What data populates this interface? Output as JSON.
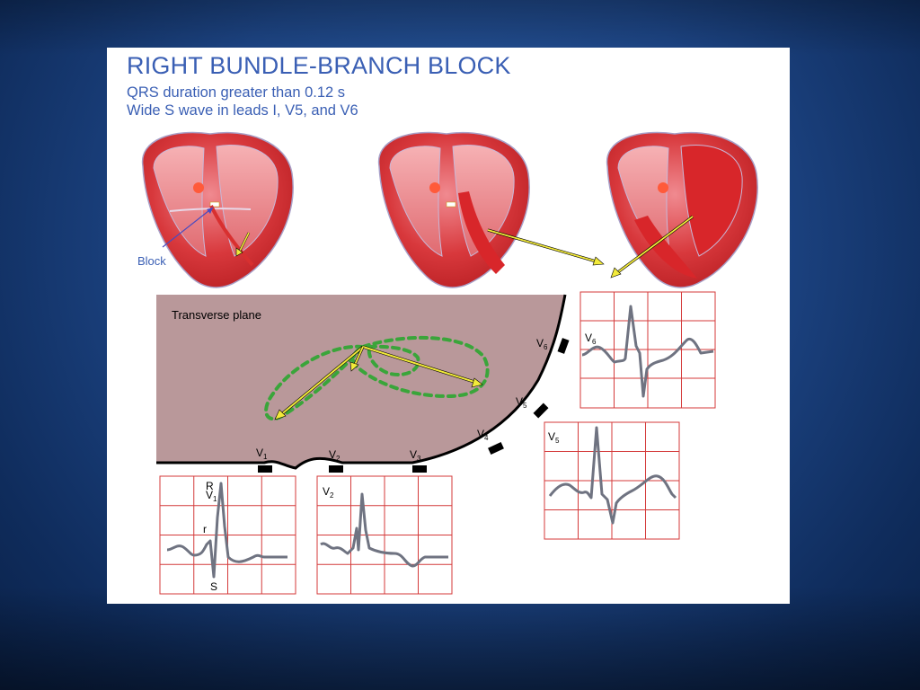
{
  "slide": {
    "title": "RIGHT BUNDLE-BRANCH BLOCK",
    "subtitle_1": "QRS duration greater than 0.12 s",
    "subtitle_2": "Wide S wave in leads I, V5, and V6"
  },
  "heart_labels": {
    "block": "Block"
  },
  "plane": {
    "label": "Transverse plane"
  },
  "electrodes": {
    "v1": "V",
    "v1_sub": "1",
    "v2": "V",
    "v2_sub": "2",
    "v3": "V",
    "v3_sub": "3",
    "v4": "V",
    "v4_sub": "4",
    "v5": "V",
    "v5_sub": "5",
    "v6": "V",
    "v6_sub": "6"
  },
  "ecg": {
    "v1_lead": "V",
    "v1_lead_sub": "1",
    "v1_R": "R",
    "v1_r": "r",
    "v1_S": "S",
    "v2_lead": "V",
    "v2_lead_sub": "2",
    "v5_lead": "V",
    "v5_lead_sub": "5",
    "v6_lead": "V",
    "v6_lead_sub": "6"
  },
  "colors": {
    "title": "#3a5fb4",
    "heart": "#d42a2a",
    "plane": "#b9989a",
    "vector_loop": "#3aa53a",
    "arrow": "#f2ea3a",
    "grid": "#d43a3a",
    "trace": "#6f7381"
  }
}
